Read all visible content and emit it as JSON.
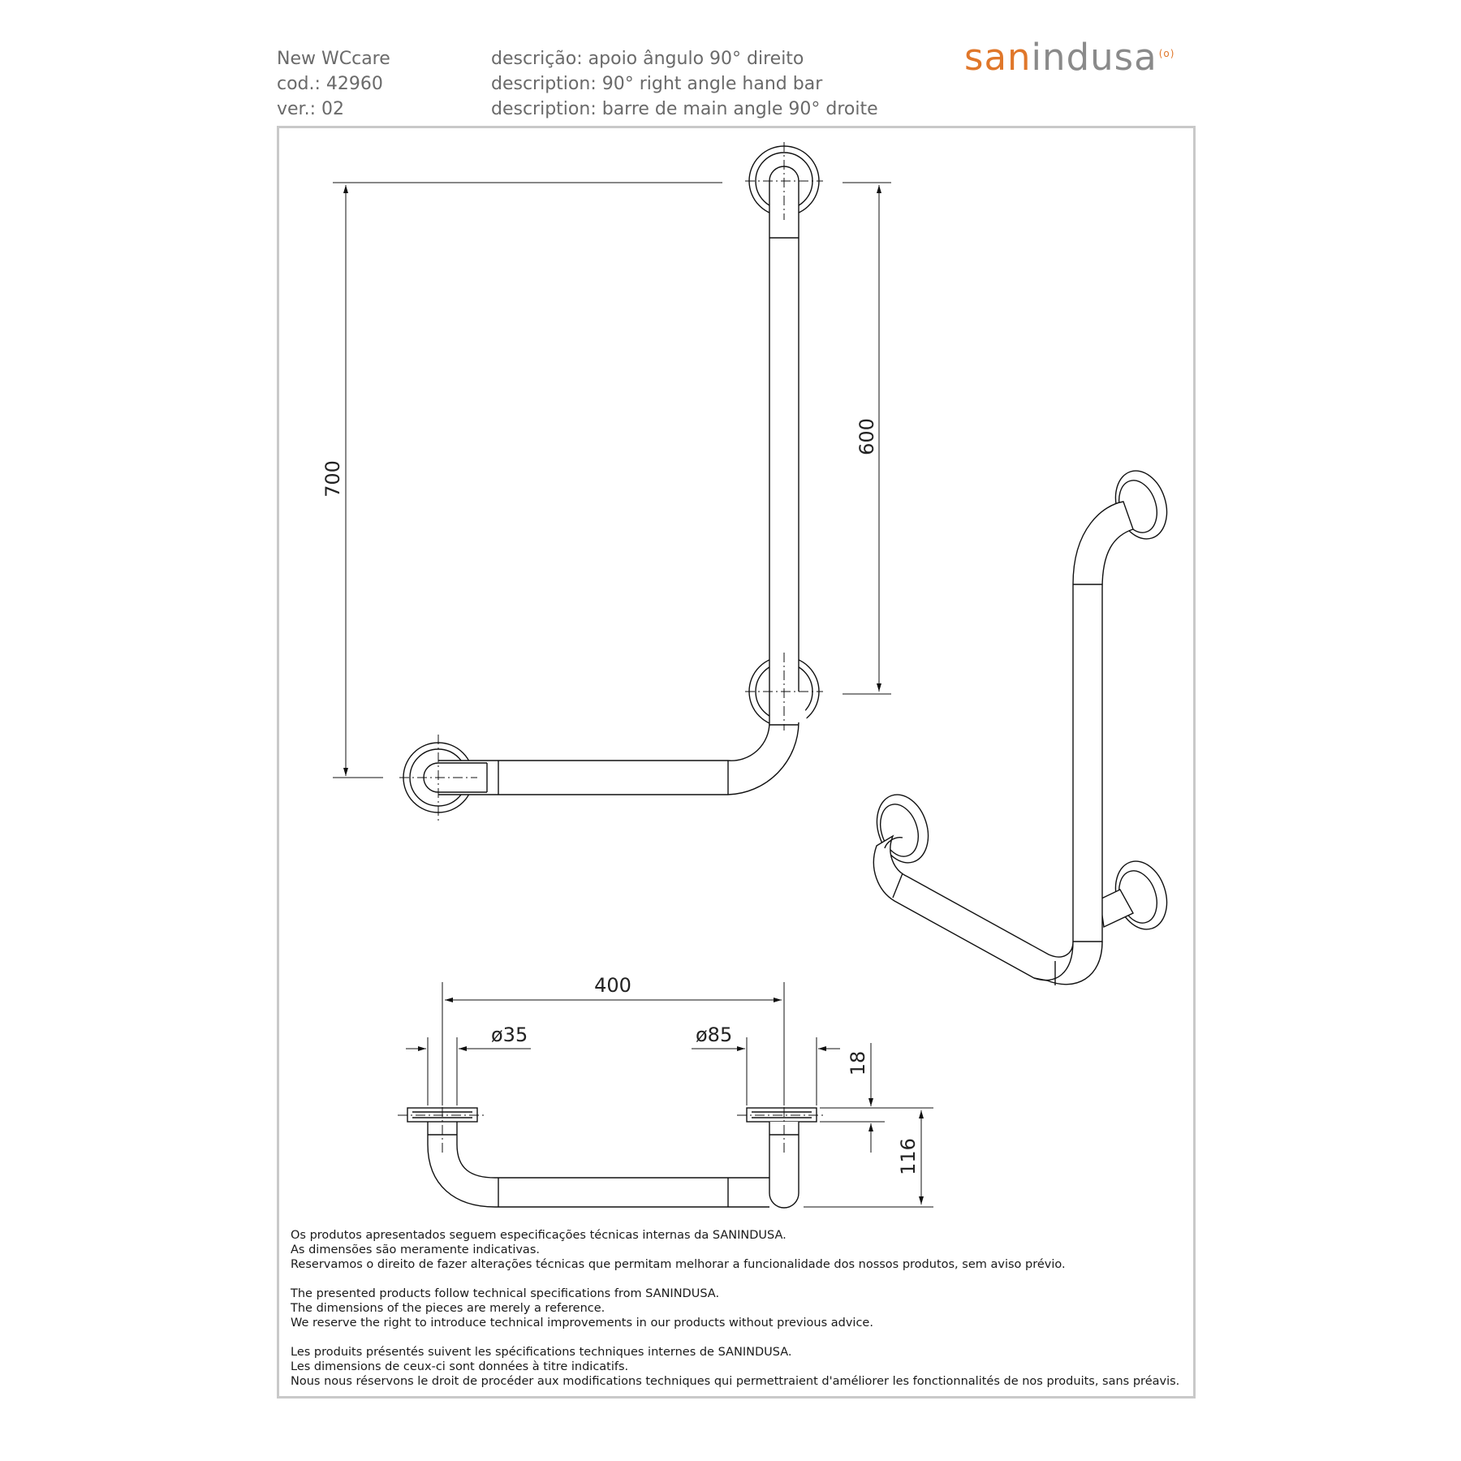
{
  "header": {
    "product": "New WCcare",
    "code": "cod.: 42960",
    "version": "ver.: 02",
    "desc_pt": "descrição: apoio ângulo 90° direito",
    "desc_en": "description: 90° right angle hand bar",
    "desc_fr": "description: barre de main angle 90° droite"
  },
  "logo": {
    "part1": "san",
    "part2": "indusa"
  },
  "dimensions": {
    "height_total": "700",
    "height_vertical": "600",
    "length": "400",
    "tube_diameter": "ø35",
    "flange_diameter": "ø85",
    "flange_thickness": "18",
    "projection": "116"
  },
  "notes": {
    "pt": [
      "Os produtos apresentados seguem especificações técnicas internas da SANINDUSA.",
      "As dimensões são meramente indicativas.",
      "Reservamos o direito de fazer alterações técnicas que permitam melhorar a funcionalidade dos nossos produtos, sem aviso prévio."
    ],
    "en": [
      "The presented products follow technical specifications from SANINDUSA.",
      "The dimensions of the pieces are merely a reference.",
      "We reserve the right to introduce technical improvements in our products without previous advice."
    ],
    "fr": [
      "Les produits présentés suivent les spécifications techniques internes de SANINDUSA.",
      "Les dimensions de ceux-ci sont données à titre indicatifs.",
      "Nous nous réservons le droit de procéder aux modifications techniques qui permettraient d'améliorer les fonctionnalités de nos produits, sans préavis."
    ]
  }
}
